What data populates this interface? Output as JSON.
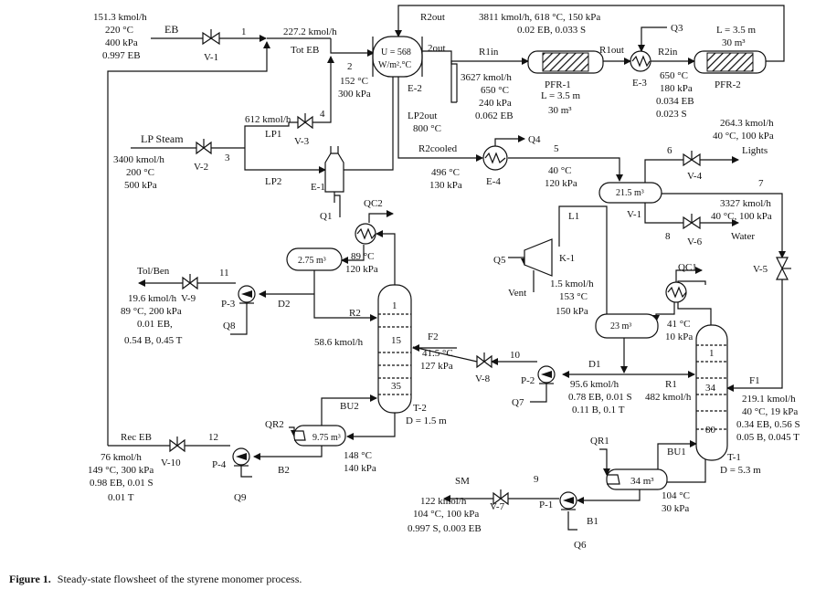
{
  "title": "Steady-state flowsheet of the styrene monomer process.",
  "caption": {
    "label": "Figure 1.",
    "text": "Steady-state flowsheet of the styrene monomer process."
  },
  "streams": {
    "eb_feed": {
      "name": "EB",
      "lines": [
        "151.3 kmol/h",
        "220 °C",
        "400 kPa",
        "0.997 EB"
      ]
    },
    "s1": "1",
    "tot_eb": {
      "name": "Tot EB",
      "flow": "227.2 kmol/h"
    },
    "s2": {
      "name": "2",
      "lines": [
        "152 °C",
        "300 kPa"
      ]
    },
    "s3": "3",
    "s4": "4",
    "lp1": {
      "name": "LP1",
      "flow": "612 kmol/h"
    },
    "lp2": "LP2",
    "lp_steam": {
      "name": "LP Steam",
      "lines": [
        "3400 kmol/h",
        "200 °C",
        "500 kPa"
      ]
    },
    "r2out": {
      "name": "R2out",
      "lines": [
        "3811 kmol/h, 618 °C, 150 kPa",
        "0.02 EB, 0.033 S"
      ]
    },
    "out2": "2out",
    "r1in": {
      "name": "R1in",
      "lines": [
        "3627 kmol/h",
        "650 °C",
        "240 kPa",
        "0.062 EB"
      ]
    },
    "lp2out": {
      "name": "LP2out",
      "temp": "800 °C"
    },
    "r1out": "R1out",
    "r2in": {
      "name": "R2in",
      "lines": [
        "650 °C",
        "180 kPa",
        "0.034 EB",
        "0.023 S"
      ]
    },
    "r2cooled": {
      "name": "R2cooled",
      "lines": [
        "496 °C",
        "130 kPa"
      ]
    },
    "s5": {
      "name": "5",
      "lines": [
        "40 °C",
        "120 kPa"
      ]
    },
    "s6": "6",
    "lights": {
      "name": "Lights",
      "lines": [
        "264.3 kmol/h",
        "40 °C, 100 kPa"
      ]
    },
    "s7": "7",
    "s8": "8",
    "water": {
      "name": "Water",
      "lines": [
        "3327 kmol/h",
        "40 °C, 100 kPa"
      ]
    },
    "l1": "L1",
    "vent": {
      "name": "Vent",
      "lines": [
        "1.5 kmol/h",
        "153 °C",
        "150 kPa"
      ]
    },
    "d1": {
      "name": "D1",
      "lines": [
        "95.6 kmol/h",
        "0.78 EB, 0.01 S",
        "0.11 B, 0.1 T"
      ]
    },
    "r1": {
      "name": "R1",
      "flow": "482 kmol/h"
    },
    "f1": {
      "name": "F1",
      "lines": [
        "219.1 kmol/h",
        "40 °C, 19 kPa",
        "0.34 EB, 0.56 S",
        "0.05 B, 0.045 T"
      ]
    },
    "s10": "10",
    "f2": {
      "name": "F2",
      "lines": [
        "41.5 °C",
        "127 kPa"
      ]
    },
    "r2": {
      "name": "R2",
      "flow": "58.6 kmol/h"
    },
    "d2": "D2",
    "s11": "11",
    "tolben": {
      "name": "Tol/Ben",
      "lines": [
        "19.6 kmol/h",
        "89 °C, 200 kPa",
        "0.01 EB,",
        "0.54 B, 0.45 T"
      ]
    },
    "bu2": "BU2",
    "b2": {
      "name": "B2",
      "lines": [
        "148 °C",
        "140 kPa"
      ]
    },
    "s12": "12",
    "rec_eb": {
      "name": "Rec EB",
      "lines": [
        "76 kmol/h",
        "149 °C, 300 kPa",
        "0.98 EB, 0.01 S",
        "0.01 T"
      ]
    },
    "bu1": "BU1",
    "b1": {
      "name": "B1",
      "lines": [
        "104 °C",
        "30 kPa"
      ]
    },
    "s9": "9",
    "sm": {
      "name": "SM",
      "lines": [
        "122 kmol/h",
        "104 °C, 100 kPa",
        "0.997 S, 0.003 EB"
      ]
    }
  },
  "equipment": {
    "v1_valve": "V-1",
    "v2": "V-2",
    "v3": "V-3",
    "v4": "V-4",
    "v5": "V-5",
    "v6": "V-6",
    "v7": "V-7",
    "v8": "V-8",
    "v9": "V-9",
    "v10": "V-10",
    "e1": "E-1",
    "e2": {
      "name": "E-2",
      "u_line1": "U = 568",
      "u_line2": "W/m².°C"
    },
    "e3": "E-3",
    "e4": "E-4",
    "pfr1": {
      "name": "PFR-1",
      "lines": [
        "L = 3.5 m",
        "30 m³"
      ]
    },
    "pfr2": {
      "name": "PFR-2",
      "lines": [
        "L = 3.5 m",
        "30 m³"
      ]
    },
    "flash_v1": {
      "name": "V-1",
      "volume": "21.5 m³"
    },
    "k1": "K-1",
    "t1": {
      "name": "T-1",
      "diam": "D = 5.3 m",
      "tray_top": "1",
      "tray_feed": "34",
      "tray_bottom": "80"
    },
    "t2": {
      "name": "T-2",
      "diam": "D = 1.5 m",
      "tray_top": "1",
      "tray_feed": "15",
      "tray_bottom": "35"
    },
    "drum_t1": "23 m³",
    "drum_t2": "2.75 m³",
    "reb_t1": "34 m³",
    "reb_t2": "9.75 m³",
    "cond_t1": {
      "lines": [
        "41 °C",
        "10 kPa"
      ]
    },
    "cond_t2": {
      "lines": [
        "89 °C",
        "120 kPa"
      ]
    },
    "p1": "P-1",
    "p2": "P-2",
    "p3": "P-3",
    "p4": "P-4"
  },
  "duties": {
    "q1": "Q1",
    "q3": "Q3",
    "q4": "Q4",
    "q5": "Q5",
    "q6": "Q6",
    "q7": "Q7",
    "q8": "Q8",
    "q9": "Q9",
    "qc1": "QC1",
    "qc2": "QC2",
    "qr1": "QR1",
    "qr2": "QR2"
  }
}
